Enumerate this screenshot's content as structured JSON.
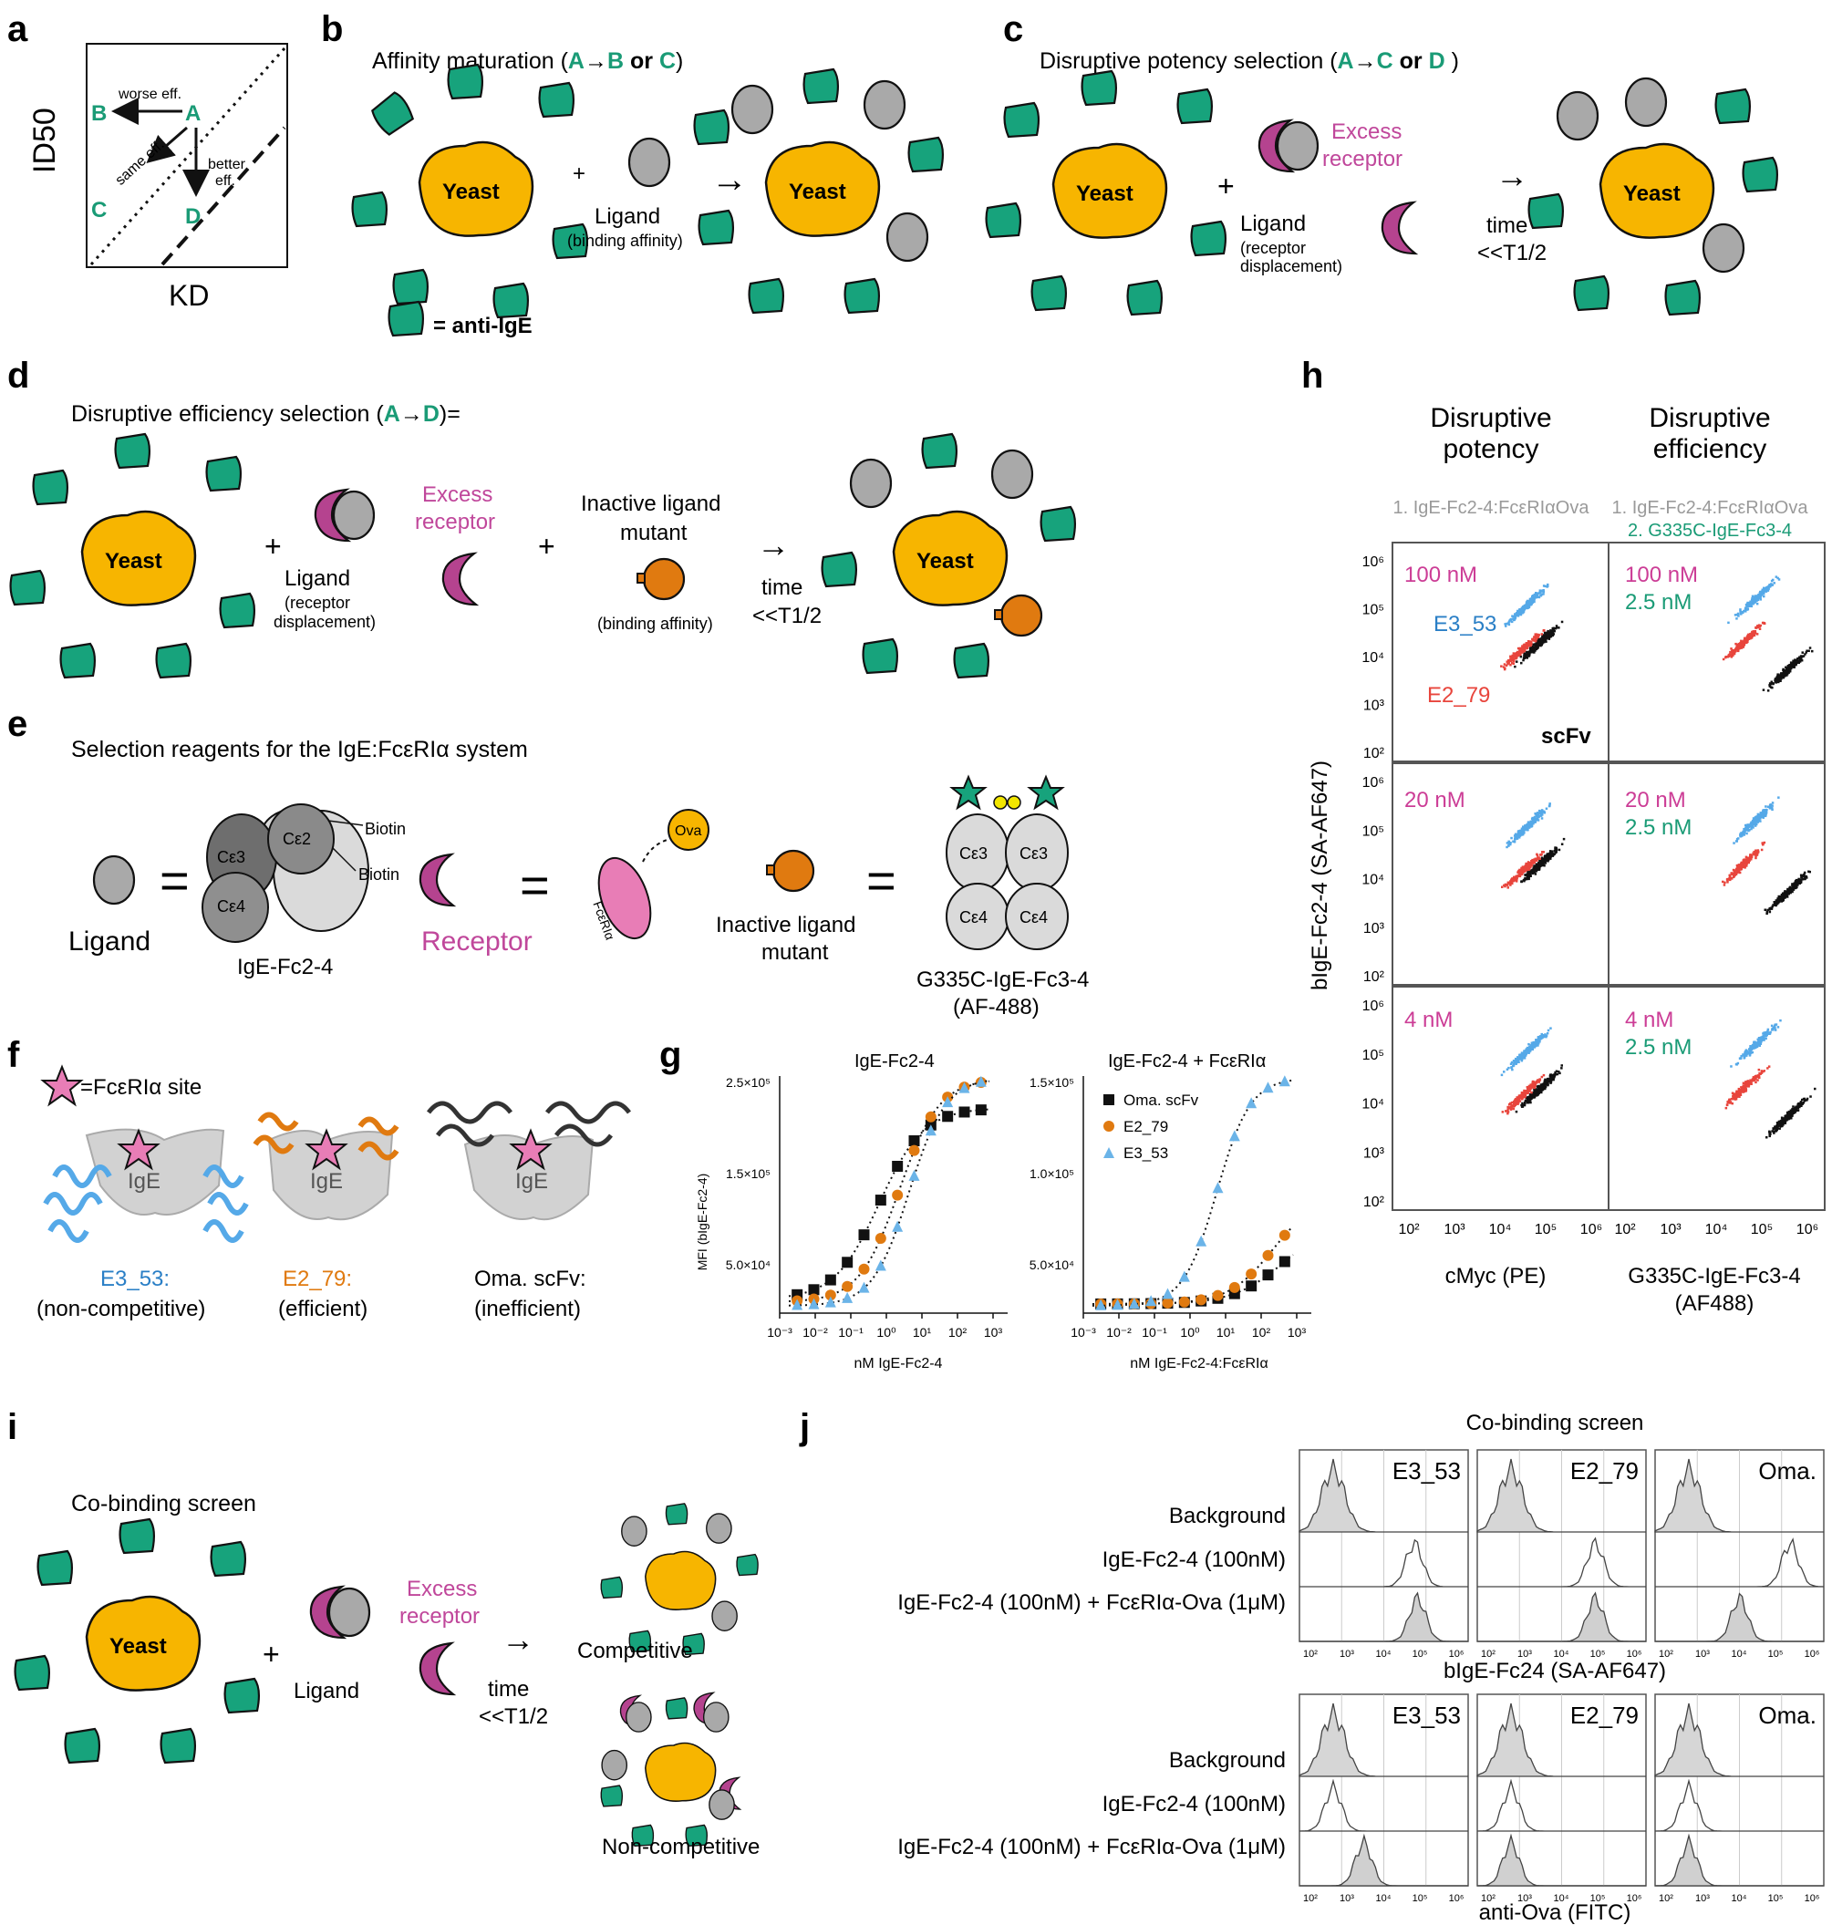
{
  "colors": {
    "yeast": "#f7b500",
    "antibody": "#17a37c",
    "ligand": "#a9a9a9",
    "receptor": "#b5438f",
    "inactive_ligand": "#e07a10",
    "teal_text": "#1a9b76",
    "magenta_text": "#cc3d96",
    "e3_blue": "#55a9e8",
    "e2_red": "#e8453c",
    "e2_orange": "#e07a10",
    "scfv_black": "#111111"
  },
  "panels": {
    "a": {
      "letter": "a",
      "y_axis": "ID50",
      "x_axis": "KD",
      "points": [
        "A",
        "B",
        "C",
        "D"
      ],
      "arrow_worse": "worse eff.",
      "arrow_same": "same eff.",
      "arrow_better": "better eff."
    },
    "b": {
      "letter": "b",
      "title_prefix": "Affinity maturation (",
      "title_a": "A",
      "title_arrow": "→",
      "title_b": "B",
      "title_or": " or ",
      "title_c": "C",
      "title_suffix": ")",
      "yeast": "Yeast",
      "plus": "+",
      "ligand": "Ligand",
      "ligand_sub": "(binding affinity)",
      "legend": "= anti-IgE"
    },
    "c": {
      "letter": "c",
      "title_prefix": "Disruptive potency selection  (",
      "title_a": "A",
      "title_arrow": "→",
      "title_c": "C",
      "title_or": " or ",
      "title_d": "D",
      "title_suffix": " )",
      "yeast": "Yeast",
      "plus": "+",
      "ligand": "Ligand",
      "ligand_sub1": "(receptor",
      "ligand_sub2": "displacement)",
      "excess1": "Excess",
      "excess2": "receptor",
      "time": "time",
      "t_half": "<<T1/2"
    },
    "d": {
      "letter": "d",
      "title_prefix": "Disruptive efficiency selection (",
      "title_a": "A",
      "title_arrow": "→",
      "title_d": "D",
      "title_suffix": ")=",
      "yeast": "Yeast",
      "plus": "+",
      "ligand": "Ligand",
      "ligand_sub1": "(receptor",
      "ligand_sub2": "displacement)",
      "excess1": "Excess",
      "excess2": "receptor",
      "inactive1": "Inactive ligand",
      "inactive2": "mutant",
      "inactive_sub": "(binding affinity)",
      "time": "time",
      "t_half": "<<T1/2"
    },
    "e": {
      "letter": "e",
      "title": "Selection reagents for the IgE:FcεRIα system",
      "ligand": "Ligand",
      "equals": "=",
      "igefc": "IgE-Fc2-4",
      "ce2": "Cε2",
      "ce3": "Cε3",
      "ce4": "Cε4",
      "biotin": "Biotin",
      "receptor": "Receptor",
      "ova": "Ova",
      "fceri": "FcεRIα",
      "inactive1": "Inactive ligand",
      "inactive2": "mutant",
      "g335c1": "G335C-IgE-Fc3-4",
      "g335c2": "(AF-488)"
    },
    "f": {
      "letter": "f",
      "legend": "=FcεRIα site",
      "ige": "IgE",
      "structures": [
        {
          "name": "E3_53:",
          "desc": "(non-competitive)"
        },
        {
          "name": "E2_79:",
          "desc": "(efficient)"
        },
        {
          "name": "Oma. scFv:",
          "desc": "(inefficient)"
        }
      ]
    },
    "g": {
      "letter": "g",
      "left_title": "IgE-Fc2-4",
      "right_title": "IgE-Fc2-4 + FcεRIα",
      "ylabel": "MFI (bIgE-Fc2-4)",
      "left_xlabel": "nM IgE-Fc2-4",
      "right_xlabel": "nM IgE-Fc2-4:FcεRIα",
      "left_yticks": [
        "2.5×10⁵",
        "1.5×10⁵",
        "5.0×10⁴"
      ],
      "right_yticks": [
        "1.5×10⁵",
        "1.0×10⁵",
        "5.0×10⁴"
      ],
      "xticks": [
        "10⁻³",
        "10⁻²",
        "10⁻¹",
        "10⁰",
        "10¹",
        "10²",
        "10³"
      ],
      "legend": [
        "Oma. scFv",
        "E2_79",
        "E3_53"
      ]
    },
    "h": {
      "letter": "h",
      "col1_title1": "Disruptive",
      "col1_title2": "potency",
      "col2_title1": "Disruptive",
      "col2_title2": "efficiency",
      "col1_reagent": "1. IgE-Fc2-4:FcεRIαOva",
      "col2_reagent1": "1. IgE-Fc2-4:FcεRIαOva",
      "col2_reagent2": "2. G335C-IgE-Fc3-4",
      "row_concs": [
        "100 nM",
        "20 nM",
        "4 nM"
      ],
      "col2_second": "2.5 nM",
      "label_e3": "E3_53",
      "label_e2": "E2_79",
      "label_scfv": "scFv",
      "ylabel": "bIgE-Fc2-4 (SA-AF647)",
      "xlabel_left": "cMyc (PE)",
      "xlabel_right1": "G335C-IgE-Fc3-4",
      "xlabel_right2": "(AF488)",
      "yticks": [
        "10⁶",
        "10⁵",
        "10⁴",
        "10³",
        "10²"
      ],
      "xticks": [
        "10²",
        "10³",
        "10⁴",
        "10⁵",
        "10⁶"
      ]
    },
    "i": {
      "letter": "i",
      "title": "Co-binding screen",
      "yeast": "Yeast",
      "plus": "+",
      "ligand": "Ligand",
      "excess1": "Excess",
      "excess2": "receptor",
      "time": "time",
      "t_half": "<<T1/2",
      "competitive": "Competitive",
      "noncompetitive": "Non-competitive"
    },
    "j": {
      "letter": "j",
      "title": "Co-binding screen",
      "columns": [
        "E3_53",
        "E2_79",
        "Oma."
      ],
      "rows": [
        "Background",
        "IgE-Fc2-4 (100nM)",
        "IgE-Fc2-4 (100nM) + FcεRIα-Ova (1μM)"
      ],
      "top_xlabel": "bIgE-Fc24 (SA-AF647)",
      "bottom_xlabel": "anti-Ova (FITC)",
      "xticks": [
        "10²",
        "10³",
        "10⁴",
        "10⁵",
        "10⁶"
      ]
    }
  }
}
